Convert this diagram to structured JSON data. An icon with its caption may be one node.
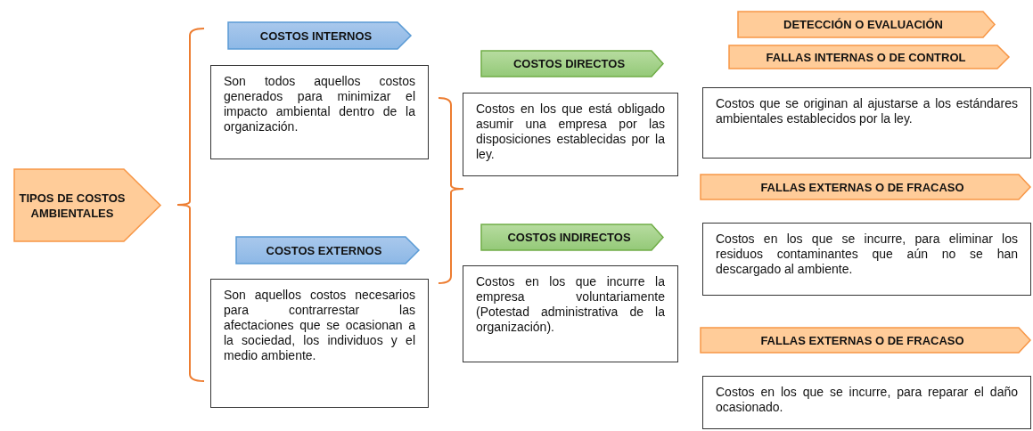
{
  "diagram": {
    "nodes": [
      {
        "text": [
          "TIPOS DE COSTOS AMBIENTALES"
        ]
      },
      {
        "text": [
          "COSTOS INTERNOS"
        ]
      },
      {
        "text": [
          "Son todos aquellos costos generados para minimizar el impacto ambiental dentro de la organización."
        ]
      },
      {
        "text": [
          "COSTOS EXTERNOS"
        ]
      },
      {
        "text": [
          "Son aquellos costos necesarios para contrarrestar las afectaciones que se ocasionan a la sociedad, los individuos y el medio ambiente."
        ]
      },
      {
        "text": [
          "COSTOS DIRECTOS"
        ]
      },
      {
        "text": [
          "Costos en los que está obligado asumir una empresa por las disposiciones establecidas por la ley."
        ]
      },
      {
        "text": [
          "COSTOS INDIRECTOS"
        ]
      },
      {
        "text": [
          "Costos en los que incurre la empresa voluntariamente (Potestad administrativa de la organización)."
        ]
      },
      {
        "text": [
          "DETECCIÓN O EVALUACIÓN"
        ]
      },
      {
        "text": [
          "FALLAS INTERNAS O DE CONTROL"
        ]
      },
      {
        "text": [
          "Costos que se originan al ajustarse a los estándares ambientales establecidos por la ley."
        ]
      },
      {
        "text": [
          "FALLAS EXTERNAS O DE FRACASO"
        ]
      },
      {
        "text": [
          "Costos en los que se incurre, para eliminar los residuos contaminantes que aún no se han descargado al ambiente."
        ]
      },
      {
        "text": [
          "FALLAS EXTERNAS O DE FRACASO"
        ]
      },
      {
        "text": [
          "Costos en los que se incurre, para reparar el daño ocasionado."
        ]
      }
    ]
  }
}
